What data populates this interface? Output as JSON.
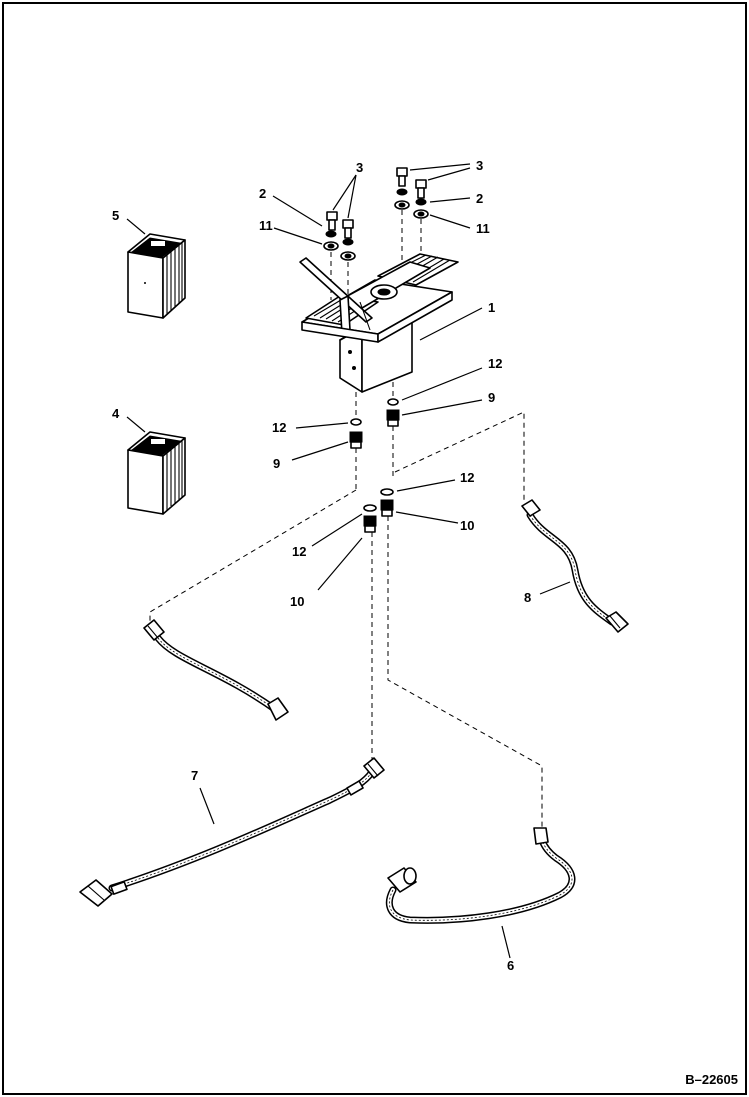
{
  "figure": {
    "reference": "B–22605",
    "callouts": {
      "c1": "1",
      "c2a": "2",
      "c2b": "2",
      "c3a": "3",
      "c3b": "3",
      "c4": "4",
      "c5": "5",
      "c6": "6",
      "c7": "7",
      "c8": "8",
      "c9a": "9",
      "c9b": "9",
      "c10a": "10",
      "c10b": "10",
      "c11a": "11",
      "c11b": "11",
      "c12a": "12",
      "c12b": "12",
      "c12c": "12",
      "c12d": "12"
    }
  }
}
